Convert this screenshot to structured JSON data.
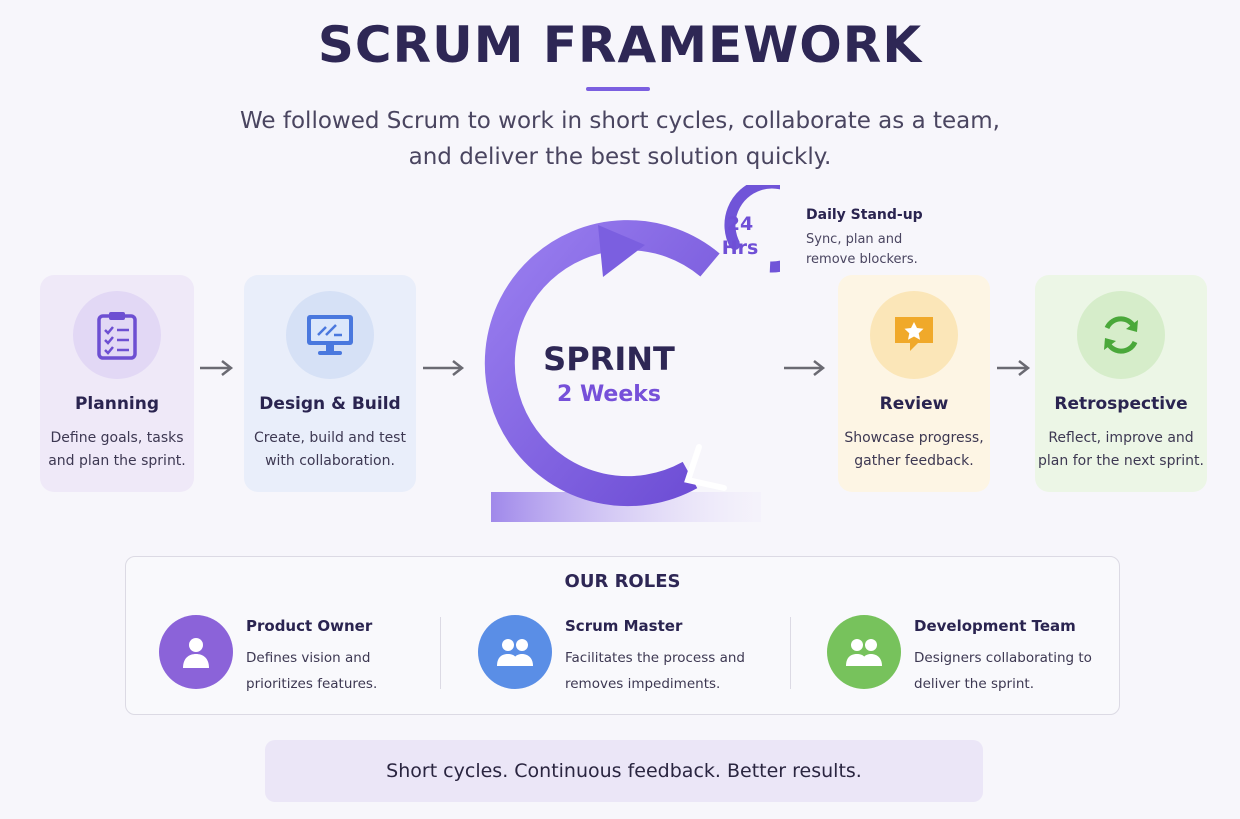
{
  "header": {
    "title": "SCRUM FRAMEWORK",
    "subtitle_line1": "We followed Scrum to work in short cycles, collaborate as a team,",
    "subtitle_line2": "and deliver the best solution quickly."
  },
  "stages": [
    {
      "title": "Planning",
      "desc_line1": "Define goals, tasks",
      "desc_line2": "and plan the sprint.",
      "icon": "clipboard-checklist-icon"
    },
    {
      "title": "Design & Build",
      "desc_line1": "Create, build and test",
      "desc_line2": "with collaboration.",
      "icon": "monitor-design-icon"
    },
    {
      "title": "Review",
      "desc_line1": "Showcase progress,",
      "desc_line2": "gather feedback.",
      "icon": "star-speech-bubble-icon"
    },
    {
      "title": "Retrospective",
      "desc_line1": "Reflect, improve and",
      "desc_line2": "plan for the next sprint.",
      "icon": "refresh-cycle-icon"
    }
  ],
  "sprint": {
    "title": "SPRINT",
    "duration": "2 Weeks",
    "daily_cycle": {
      "hours": "24",
      "unit": "Hrs"
    },
    "standup_title": "Daily Stand-up",
    "standup_desc_line1": "Sync, plan and",
    "standup_desc_line2": "remove blockers."
  },
  "roles": {
    "title": "OUR ROLES",
    "items": [
      {
        "name": "Product Owner",
        "desc_line1": "Defines vision and",
        "desc_line2": "prioritizes features.",
        "icon": "person-icon"
      },
      {
        "name": "Scrum Master",
        "desc_line1": "Facilitates the process and",
        "desc_line2": "removes impediments.",
        "icon": "two-people-icon"
      },
      {
        "name": "Development Team",
        "desc_line1": "Designers collaborating to",
        "desc_line2": "deliver the sprint.",
        "icon": "team-icon"
      }
    ]
  },
  "tagline": "Short cycles. Continuous feedback. Better results.",
  "colors": {
    "accent": "#7b5fe0",
    "planning_bg": "#efe9f8",
    "design_bg": "#e9eefa",
    "review_bg": "#fdf5e4",
    "retro_bg": "#ecf6e6",
    "product_owner": "#8b63d9",
    "scrum_master": "#5a8ee6",
    "dev_team": "#77c25c"
  }
}
